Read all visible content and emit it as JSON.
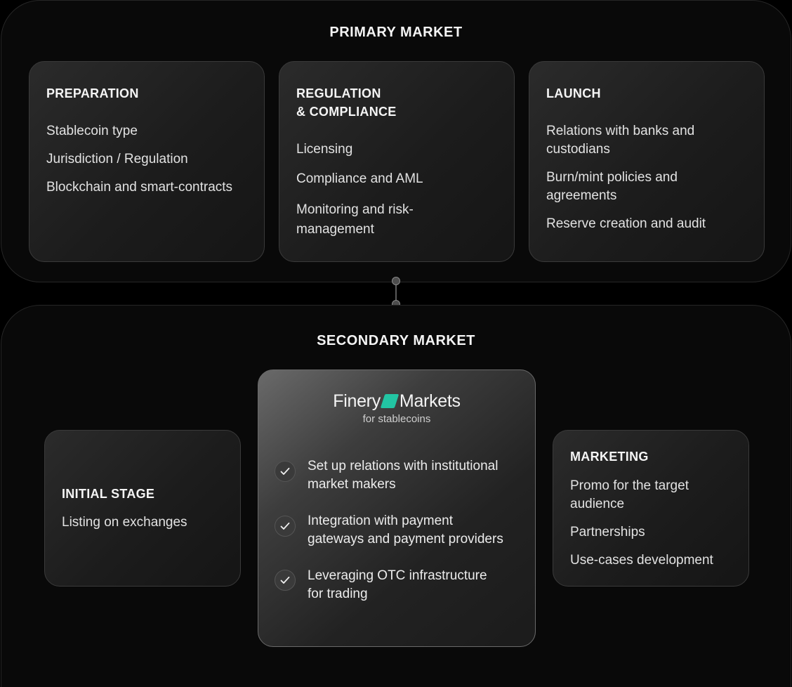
{
  "primary": {
    "title": "PRIMARY MARKET",
    "cards": [
      {
        "title": "PREPARATION",
        "items": [
          "Stablecoin type",
          "Jurisdiction / Regulation",
          "Blockchain and smart-contracts"
        ]
      },
      {
        "title_line1": "REGULATION",
        "title_line2": "& COMPLIANCE",
        "items": [
          "Licensing",
          "Compliance and AML",
          "Monitoring and risk-",
          "management"
        ]
      },
      {
        "title": "LAUNCH",
        "items": [
          "Relations with banks and",
          "custodians",
          "Burn/mint policies and",
          "agreements",
          "Reserve creation and audit"
        ]
      }
    ]
  },
  "secondary": {
    "title": "SECONDARY MARKET",
    "initial": {
      "title": "INITIAL STAGE",
      "items": [
        "Listing on exchanges"
      ]
    },
    "featured": {
      "brand_left": "Finery",
      "brand_right": "Markets",
      "brand_sub": "for stablecoins",
      "brand_color": "#22c5a3",
      "items": [
        [
          "Set up relations with institutional",
          "market makers"
        ],
        [
          "Integration with payment",
          "gateways and payment providers"
        ],
        [
          "Leveraging OTC infrastructure",
          "for trading"
        ]
      ]
    },
    "marketing": {
      "title": "MARKETING",
      "items": [
        "Promo for the target",
        "audience",
        "Partnerships",
        "Use-cases development"
      ]
    }
  }
}
